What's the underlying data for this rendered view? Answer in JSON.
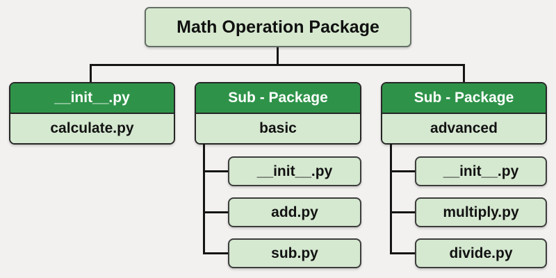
{
  "root": {
    "label": "Math Operation Package"
  },
  "children": [
    {
      "header": "__init__.py",
      "body": "calculate.py"
    },
    {
      "header": "Sub - Package",
      "body": "basic"
    },
    {
      "header": "Sub - Package",
      "body": "advanced"
    }
  ],
  "leaves": {
    "basic": [
      "__init__.py",
      "add.py",
      "sub.py"
    ],
    "advanced": [
      "__init__.py",
      "multiply.py",
      "divide.py"
    ]
  },
  "colors": {
    "background": "#f2f1ef",
    "node_fill_light": "#d5e8d0",
    "node_fill_dark_green": "#2e9349",
    "root_border": "#646e66",
    "node_border": "#262626",
    "leaf_border": "#3d3d3d",
    "connector": "#151515",
    "text_dark": "#121212",
    "text_light": "#ffffff"
  }
}
